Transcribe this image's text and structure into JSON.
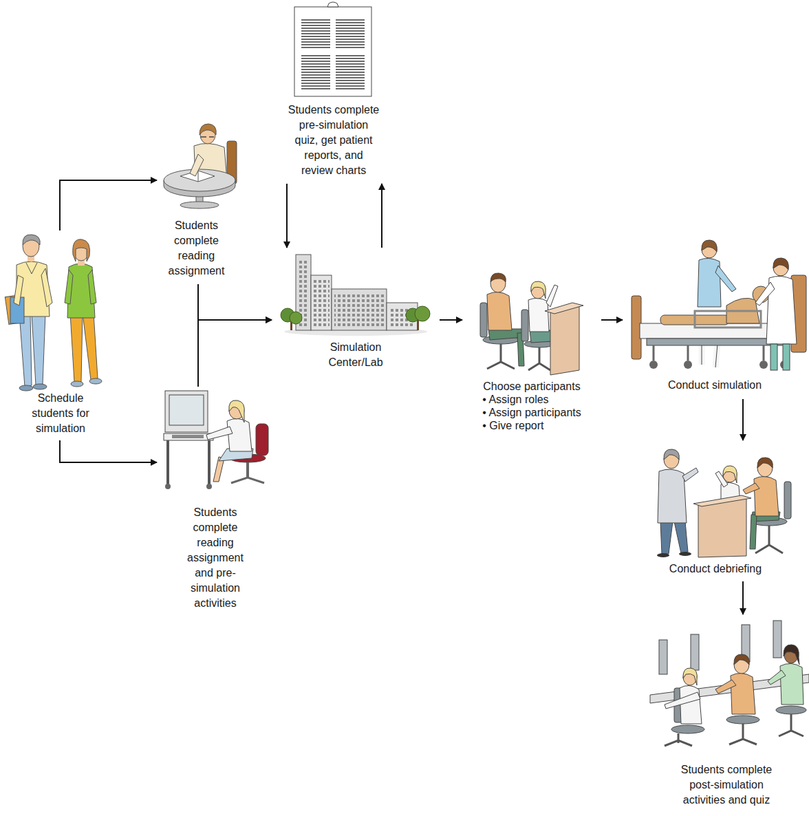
{
  "diagram": {
    "nodes": [
      {
        "text": [
          "Schedule students for simulation"
        ]
      },
      {
        "text": [
          "Students complete reading assignment"
        ]
      },
      {
        "text": [
          "Students complete reading assignment and pre-simulation activities"
        ]
      },
      {
        "text": [
          "Students complete pre-simulation quiz, get patient reports, and review charts"
        ]
      },
      {
        "text": [
          "Simulation Center/Lab"
        ]
      },
      {
        "text": [
          "Choose participants",
          "• Assign roles",
          "• Assign participants",
          "• Give report"
        ]
      },
      {
        "text": [
          "Conduct simulation"
        ]
      },
      {
        "text": [
          "Conduct debriefing"
        ]
      },
      {
        "text": [
          "Students complete post-simulation activities and quiz"
        ]
      }
    ],
    "edges": [
      {
        "from": 0,
        "to": 1,
        "arrow": "to"
      },
      {
        "from": 0,
        "to": 2,
        "arrow": "to"
      },
      {
        "from": 1,
        "to": 4,
        "arrow": "to"
      },
      {
        "from": 2,
        "to": 4,
        "arrow": "to"
      },
      {
        "from": 3,
        "to": 4,
        "arrow": "to"
      },
      {
        "from": 4,
        "to": 3,
        "arrow": "to"
      },
      {
        "from": 4,
        "to": 5,
        "arrow": "to"
      },
      {
        "from": 5,
        "to": 6,
        "arrow": "to"
      },
      {
        "from": 6,
        "to": 7,
        "arrow": "to"
      },
      {
        "from": 7,
        "to": 8,
        "arrow": "to"
      }
    ]
  }
}
